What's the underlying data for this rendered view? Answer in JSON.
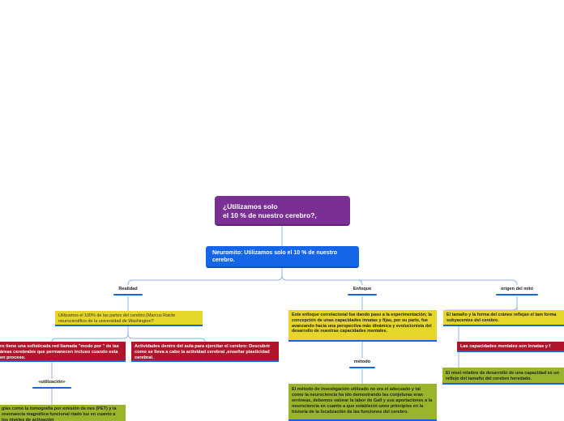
{
  "root": {
    "title_line1": "¿Utilizamos solo",
    "title_line2": "el 10 % de nuestro cerebro?,"
  },
  "main": {
    "text": "Neuromito: Utilizamos solo el 10 % de nuestro cerebro."
  },
  "branches": {
    "realidad": {
      "label": "Realidad",
      "note": "Utilizamos el 100% de las partes del cerebro.(Marcus Raicle neurocientífico de la universidad de Washington?",
      "red_left": "ro  tiene una sofisticada red llamada \"modo por \" de las áreas  cerebrales que permanecen  incluso cuando esta en proceso.",
      "red_right": "Actividades dentro del aula para ejercitar el cerebro: Descubrir  como se lleva a cabo la actividad cerebral ,enseñar plasticidad cerebral.",
      "sub_label": "«utilización»",
      "green": "gías como la tomografía por emisión de nes (PET) y la resonancia magnética funcional rtado luz en cuanto a los niveles de activación"
    },
    "enfoque": {
      "label": "Enfoque",
      "note": "Este enfoque correlacional fue dando paso a la experimentación; la concepción de unas capacidades innatas y fijas, por su parte, fue avanzando hacia una perspectiva más dinámica y evolucionista del desarrollo de nuestras capacidades mentales.",
      "sub_label": "método",
      "green": "El método de investigación utilizado no era el adecuado y  tal como la neurociencia ha ido demostrando las conjeturas eran erróneas, debemos valorar la labor de Gall y sus aportaciones a la neurociencia en cuanto a que estableció unos principios en la historia de la localización de las funciones del cerebro."
    },
    "origen": {
      "label": "origen del mito",
      "note": "El tamaño y la forma del cráneo reflejan el tam forma subyacentes del cerebro.",
      "red": "Las capacidades mentales son innatas y f",
      "green": "El nivel relativo de desarrollo de una capacidad es un reflejo del tamaño del  cerebro heredado."
    }
  },
  "colors": {
    "root": "#7a2f95",
    "main": "#1565e8",
    "yellow": "#e6d62a",
    "red": "#b0152c",
    "green": "#9ab52b",
    "connector": "#8fb3e6"
  }
}
